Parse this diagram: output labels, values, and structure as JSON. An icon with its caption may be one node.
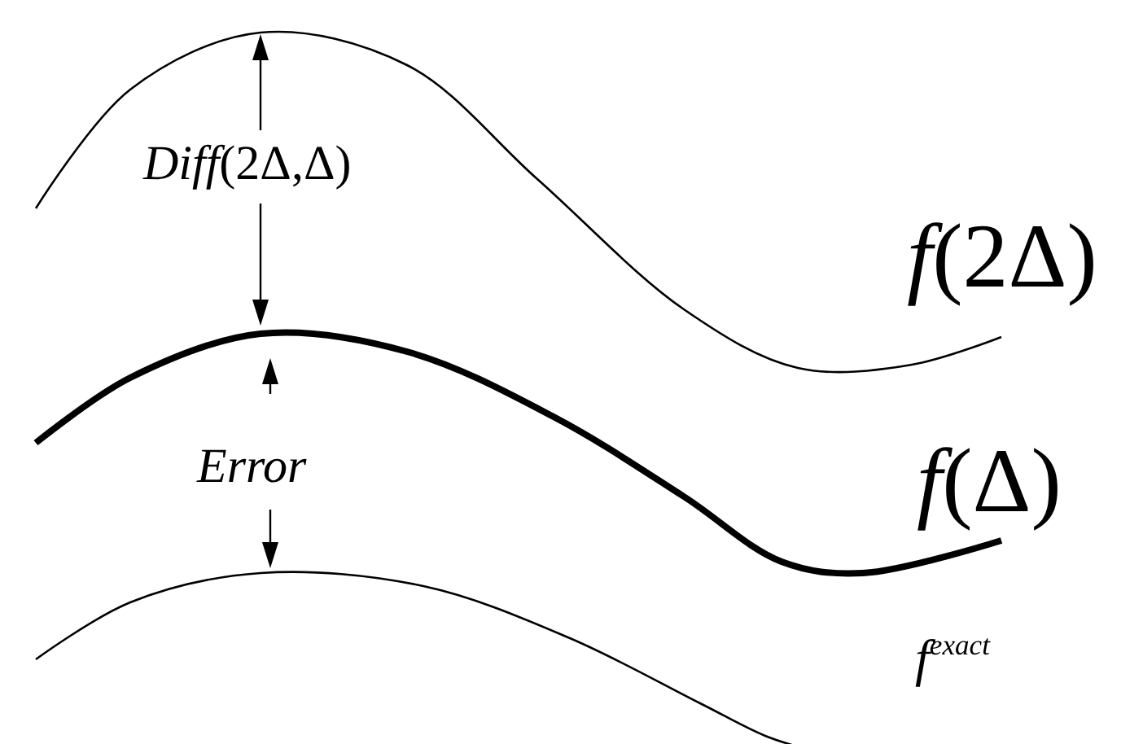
{
  "diagram": {
    "labels": [
      "*Diff*(2Δ,Δ)",
      "*f*(2Δ)",
      "Error",
      "*f*(Δ)",
      "*f*$^{exact}$"
    ]
  }
}
